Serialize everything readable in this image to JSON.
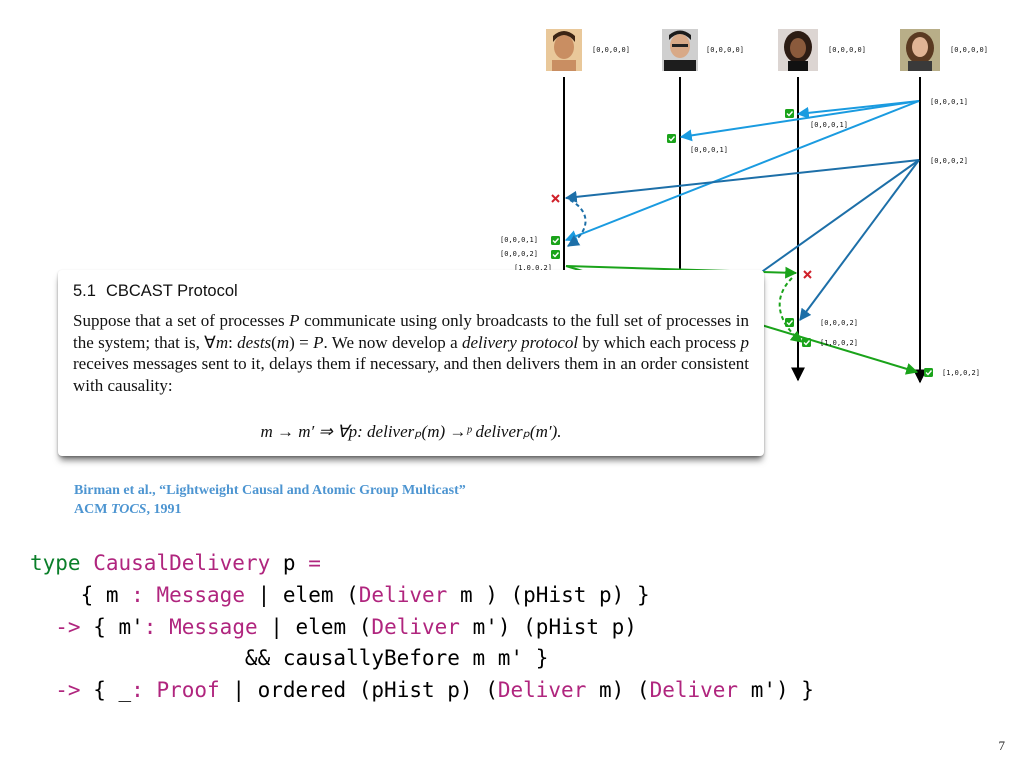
{
  "diagram": {
    "processes": [
      {
        "avatar": "person-avatar-1",
        "clock": "[0,0,0,0]"
      },
      {
        "avatar": "person-avatar-2",
        "clock": "[0,0,0,0]"
      },
      {
        "avatar": "person-avatar-3",
        "clock": "[0,0,0,0]"
      },
      {
        "avatar": "person-avatar-4",
        "clock": "[0,0,0,0]"
      }
    ],
    "clock_labels": {
      "send1": "[0,0,0,1]",
      "send2": "[0,0,0,2]",
      "p3_first": "[0,0,0,1]",
      "p2_first": "[0,0,0,1]",
      "p1_a": "[0,0,0,1]",
      "p1_b": "[0,0,0,2]",
      "p1_c": "[1,0,0,2]",
      "p3_b": "[0,0,0,2]",
      "p3_c": "[1,0,0,2]",
      "p4_end": "[1,0,0,2]"
    },
    "colors": {
      "light_blue": "#1a9be0",
      "dark_blue": "#1d6fa8",
      "green": "#1aa31a",
      "reject_red": "#d0202a"
    },
    "icons": {
      "delivered": "check-icon",
      "buffered": "x-icon"
    }
  },
  "paper": {
    "section_number": "5.1",
    "section_title": "CBCAST Protocol",
    "t1": "Suppose that a set of processes ",
    "v_P": "P",
    "t2": " communicate using only broadcasts to the full set of processes in the system; that is, ∀",
    "v_m": "m",
    "t3": ": ",
    "v_dests": "dests",
    "t4": "(",
    "v_m2": "m",
    "t5": ") = ",
    "v_P2": "P",
    "t6": ". We now develop a ",
    "em_delivery": "delivery protocol",
    "t7": " by which each process ",
    "v_p": "p",
    "t8": " receives messages sent to it, delays them if necessary, and then delivers them in an order consistent with causality:",
    "formula": "m → m′ ⇒ ∀p: deliverₚ(m) →ᵖ deliverₚ(m′)."
  },
  "citation": {
    "line1": "Birman et al., “Lightweight Causal and Atomic Group Multicast”",
    "venue_prefix": "ACM ",
    "venue": "TOCS",
    "year": ", 1991"
  },
  "code": {
    "l1_kw": "type",
    "l1_ty": "CausalDelivery",
    "l1_rest": " p ",
    "l1_eq": "=",
    "l2_a": "    { m ",
    "l2_colon": ":",
    "l2_ty": "Message",
    "l2_b": " | elem (",
    "l2_ct": "Deliver",
    "l2_c": " m ) (pHist p) }",
    "l3_arrow": "  ->",
    "l3_a": " { m'",
    "l3_colon": ":",
    "l3_ty": "Message",
    "l3_b": " | elem (",
    "l3_ct": "Deliver",
    "l3_c": " m') (pHist p)",
    "l4": "                 && causallyBefore m m' }",
    "l5_arrow": "  ->",
    "l5_a": " { _",
    "l5_colon": ":",
    "l5_ty": "Proof",
    "l5_b": " | ordered (pHist p) (",
    "l5_ct1": "Deliver",
    "l5_c": " m) (",
    "l5_ct2": "Deliver",
    "l5_d": " m') }"
  },
  "page_number": "7"
}
